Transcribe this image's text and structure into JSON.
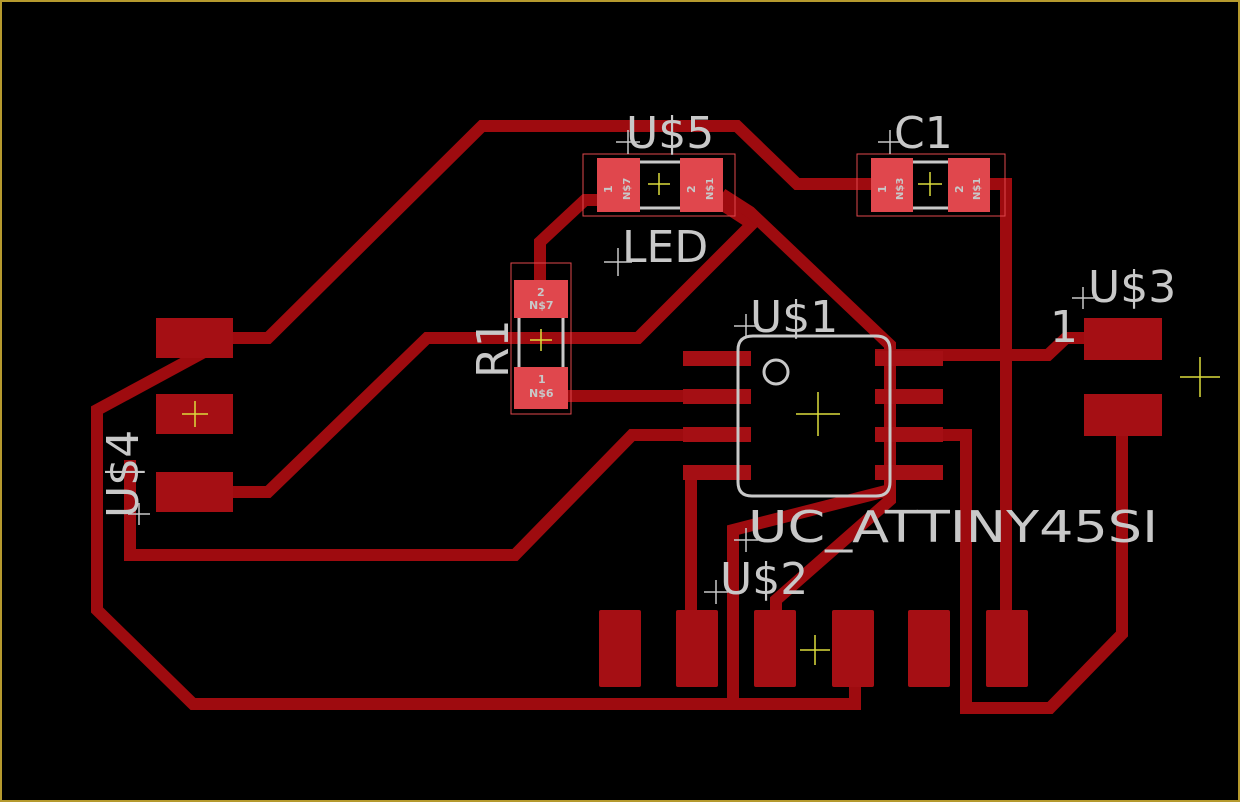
{
  "colors": {
    "background": "#000000",
    "frame": "#b59a2e",
    "copper": "#9e0b0f",
    "pad": "#a50f14",
    "pad_highlight": "#e0474d",
    "silkscreen": "#c8c8c8",
    "origin_cross": "#dcdc3c"
  },
  "components": {
    "u5": {
      "name": "U$5",
      "value": "LED",
      "pad1": "1",
      "pad1_net": "N$7",
      "pad2": "2",
      "pad2_net": "N$1"
    },
    "c1": {
      "name": "C1",
      "pad1": "1",
      "pad1_net": "N$3",
      "pad2": "2",
      "pad2_net": "N$1"
    },
    "r1": {
      "name": "R1",
      "pad2": "2",
      "pad2_net": "N$7",
      "pad1": "1",
      "pad1_net": "N$6"
    },
    "u1": {
      "name": "U$1",
      "value": "UC_ATTINY45SI"
    },
    "u2": {
      "name": "U$2"
    },
    "u3": {
      "name": "U$3",
      "pin1": "1"
    },
    "u4": {
      "name": "U$4"
    }
  }
}
